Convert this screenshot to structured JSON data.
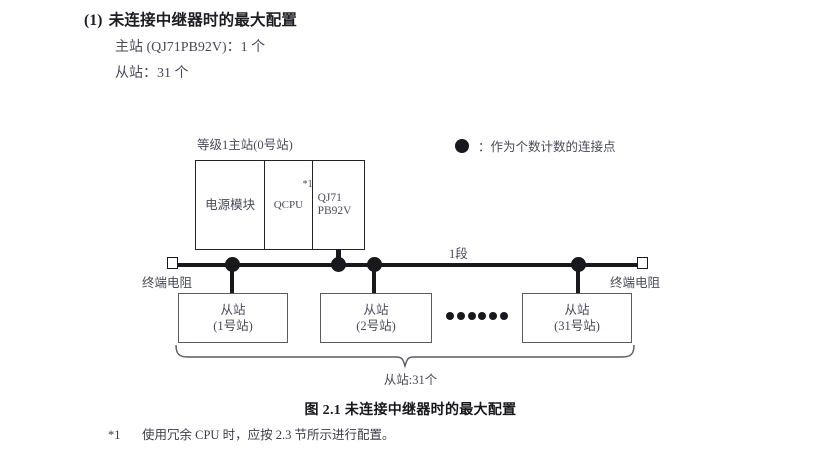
{
  "heading": {
    "number": "(1)",
    "title": "未连接中继器时的最大配置",
    "spec_lines": [
      "主站 (QJ71PB92V)：1 个",
      "从站：31 个"
    ]
  },
  "diagram": {
    "rack_label": "等级1主站(0号站)",
    "rack_cells": [
      {
        "name": "power-module",
        "text": "电源模块"
      },
      {
        "name": "qcpu",
        "text": "QCPU",
        "footnote": "*1"
      },
      {
        "name": "qj71pb92v",
        "line1": "QJ71",
        "line2": "PB92V"
      }
    ],
    "segment_label": "1段",
    "terminator_left_label": "终端电阻",
    "terminator_right_label": "终端电阻",
    "slaves": [
      {
        "name": "slave-1",
        "line1": "从站",
        "line2": "(1号站)"
      },
      {
        "name": "slave-2",
        "line1": "从站",
        "line2": "(2号站)"
      },
      {
        "name": "slave-31",
        "line1": "从站",
        "line2": "(31号站)"
      }
    ],
    "ellipsis_dot_count": 6,
    "brace_caption": "从站:31个",
    "legend": {
      "marker": "filled-circle",
      "text": "：作为个数计数的连接点"
    },
    "colors": {
      "bus": "#18181d",
      "box_border": "#5a5a62",
      "rack_border": "#222228",
      "text": "#4a4a5a"
    }
  },
  "footer": {
    "figure_caption": "图 2.1  未连接中继器时的最大配置",
    "footnote_marker": "*1",
    "footnote_text": "使用冗余 CPU 时，应按 2.3 节所示进行配置。"
  }
}
